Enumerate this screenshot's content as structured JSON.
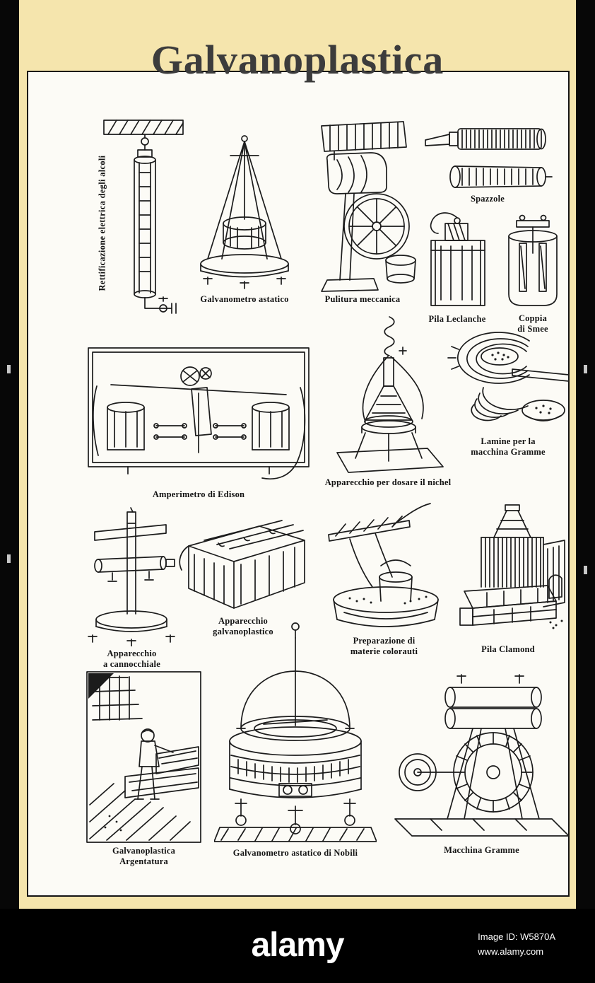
{
  "page": {
    "title": "Galvanoplastica"
  },
  "colors": {
    "background": "#f5e5ad",
    "plate": "#fcfbf6",
    "ink": "#1c1c1c",
    "footer_bg": "#000000"
  },
  "figures": [
    {
      "id": "rettificazione",
      "caption": "Rettificazione elettrica degli alcoli"
    },
    {
      "id": "galvanometro-astatico",
      "caption": "Galvanometro astatico"
    },
    {
      "id": "pulitura-meccanica",
      "caption": "Pulitura meccanica"
    },
    {
      "id": "spazzole",
      "caption": "Spazzole"
    },
    {
      "id": "pila-leclanche",
      "caption": "Pila Leclanche"
    },
    {
      "id": "coppia-di-smee",
      "caption": "Coppia\ndi Smee"
    },
    {
      "id": "amperimetro-di-edison",
      "caption": "Amperimetro di Edison"
    },
    {
      "id": "apparecchio-nichel",
      "caption": "Apparecchio per dosare il nichel"
    },
    {
      "id": "lamine-gramme",
      "caption": "Lamine per la\nmacchina Gramme"
    },
    {
      "id": "apparecchio-cannocchiale",
      "caption": "Apparecchio\na cannocchiale"
    },
    {
      "id": "apparecchio-galvanoplastico",
      "caption": "Apparecchio\ngalvanoplastico"
    },
    {
      "id": "preparazione-materie",
      "caption": "Preparazione di\nmaterie colorauti"
    },
    {
      "id": "pila-clamond",
      "caption": "Pila Clamond"
    },
    {
      "id": "galvanoplastica-argentatura",
      "caption": "Galvanoplastica\nArgentatura"
    },
    {
      "id": "galvanometro-nobili",
      "caption": "Galvanometro astatico di Nobili"
    },
    {
      "id": "macchina-gramme",
      "caption": "Macchina Gramme"
    }
  ],
  "footer": {
    "brand": "alamy",
    "image_id": "Image ID: W5870A",
    "website": "www.alamy.com"
  }
}
